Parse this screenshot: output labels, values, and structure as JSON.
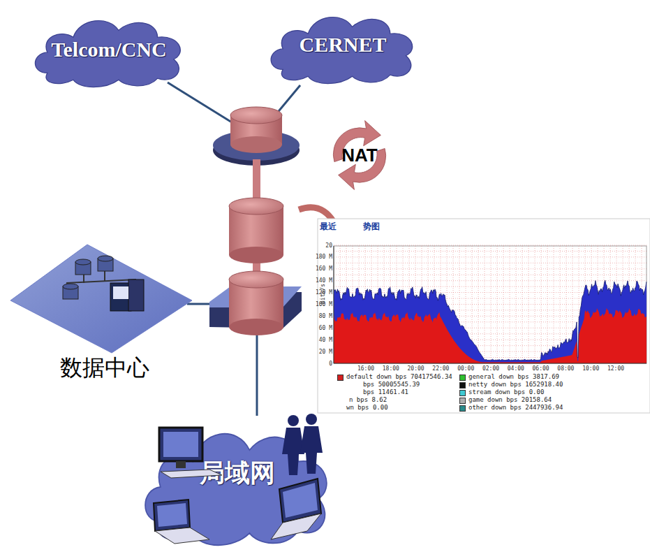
{
  "diagram": {
    "nodes": [
      {
        "text": [
          "Telcom/CNC"
        ]
      },
      {
        "text": [
          "CERNET"
        ]
      },
      {
        "text": [
          "NAT"
        ]
      },
      {
        "text": [
          "数据中心"
        ]
      },
      {
        "text": [
          "局域网"
        ]
      }
    ],
    "labels": [
      "最近",
      "势图",
      "bits/s",
      "20",
      "180 M",
      "160 M",
      "140 M",
      "120 M",
      "100 M",
      "80 M",
      "60 M",
      "40 M",
      "20 M",
      "0",
      "16:00",
      "18:00",
      "20:00",
      "22:00",
      "00:00",
      "02:00",
      "04:00",
      "06:00",
      "08:00",
      "10:00",
      "12:00",
      "bps 50005545.39",
      "bps 11461.41",
      "n bps 8.62",
      "wn bps 0.00"
    ],
    "legend": [
      {
        "text": "default down bps 70417546.34",
        "color": "#d42020"
      },
      {
        "text": "general down bps 3817.69",
        "color": "#30c030"
      },
      {
        "text": "netty down bps 1652918.40",
        "color": "#111111"
      },
      {
        "text": "stream down bps 0.00",
        "color": "#40c8d0"
      },
      {
        "text": "game down bps 20158.64",
        "color": "#b0b0b0"
      },
      {
        "text": "other down bps 2447936.94",
        "color": "#2a8a8a"
      }
    ]
  }
}
